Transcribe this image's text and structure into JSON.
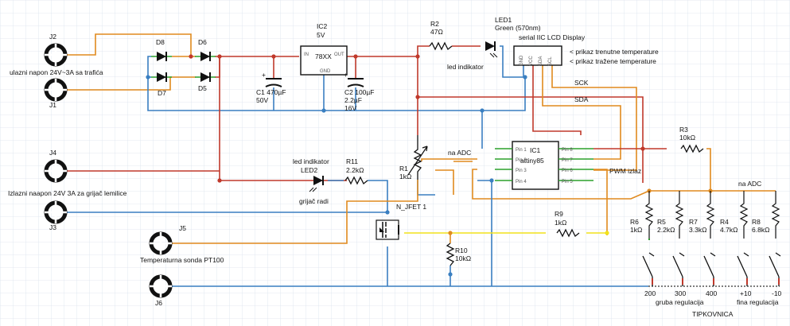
{
  "colors": {
    "red": "#c0392b",
    "blue": "#3a7fc1",
    "orange": "#e08a1e",
    "yellow": "#f2e21b",
    "green": "#2ca02c",
    "gray": "#555555",
    "grid": "#dbe3ee"
  },
  "connectors": {
    "J2": "J2",
    "J1": "J1",
    "J4": "J4",
    "J3": "J3",
    "J5": "J5",
    "J6": "J6"
  },
  "texts": {
    "input_voltage": "ulazni napon 24V~3A sa trafića",
    "output_voltage": "Izlazni naapon 24V 3A  za grijač lemilice",
    "probe": "Temperaturna sonda PT100",
    "led_indicator_top": "led indikator",
    "led_indicator_2": "led indikator",
    "heater_on": "grijač radi",
    "na_adc_mid": "na ADC",
    "na_adc_right": "na ADC",
    "pwm_out": "PWM izlaz",
    "sck": "SCK",
    "sda": "SDA",
    "lcd_title": "serial IIC LCD Display",
    "lcd_note1": "< prikaz trenutne temperature",
    "lcd_note2": "< prikaz tražene  temperature",
    "coarse": "gruba regulacija",
    "fine": "fina regulacija",
    "keypad": "TIPKOVNICA"
  },
  "components": {
    "D8": "D8",
    "D6": "D6",
    "D7": "D7",
    "D5": "D5",
    "IC2": "IC2",
    "IC2_val": "5V",
    "IC2_part": "78XX",
    "IC2_in": "IN",
    "IC2_out": "OUT",
    "IC2_gnd": "GND",
    "C1": "C1 470µF",
    "C1_v": "50V",
    "C2": "C2 100µF",
    "C2_val": "2.2µF",
    "C2_v": "16V",
    "R2": "R2",
    "R2_val": "47Ω",
    "LED1": "LED1",
    "LED1_val": "Green (570nm)",
    "R11": "R11",
    "R11_val": "2.2kΩ",
    "LED2": "LED2",
    "R1": "R1",
    "R1_val": "1kΩ",
    "Q1": "N_JFET 1",
    "IC1": "IC1",
    "IC1_part": "attiny85",
    "R3": "R3",
    "R3_val": "10kΩ",
    "R9": "R9",
    "R9_val": "1kΩ",
    "R10": "R10",
    "R10_val": "10kΩ",
    "R6": "R6",
    "R6_val": "1kΩ",
    "R5": "R5",
    "R5_val": "2.2kΩ",
    "R7": "R7",
    "R7_val": "3.3kΩ",
    "R4": "R4",
    "R4_val": "4.7kΩ",
    "R8": "R8",
    "R8_val": "6.8kΩ"
  },
  "ic1_pins_left": [
    "Pin 1",
    "Pin 2",
    "Pin 3",
    "Pin 4"
  ],
  "ic1_pins_right": [
    "Pin 8",
    "Pin 7",
    "Pin 6",
    "Pin 5"
  ],
  "lcd_pins": [
    "GND",
    "VCC",
    "SDA",
    "SCL"
  ],
  "buttons": [
    "200",
    "300",
    "400",
    "+10",
    "-10"
  ]
}
